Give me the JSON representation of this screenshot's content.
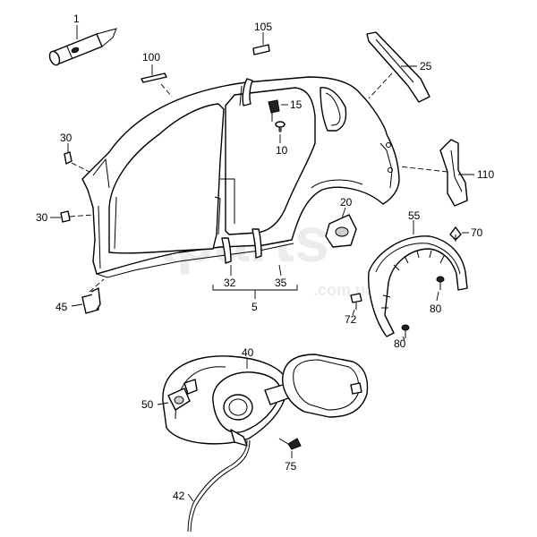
{
  "watermark": {
    "brand": "Xparts",
    "domain": ".com.ua"
  },
  "labels": {
    "p1": "1",
    "p105": "105",
    "p100": "100",
    "p25": "25",
    "p15": "15",
    "p10": "10",
    "p30a": "30",
    "p30b": "30",
    "p110": "110",
    "p20": "20",
    "p55": "55",
    "p70": "70",
    "p45": "45",
    "p32": "32",
    "p35": "35",
    "p5": "5",
    "p72": "72",
    "p80a": "80",
    "p80b": "80",
    "p40": "40",
    "p50": "50",
    "p75": "75",
    "p42": "42"
  }
}
